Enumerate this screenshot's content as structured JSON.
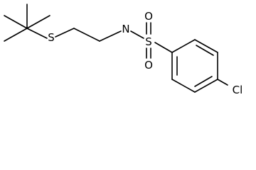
{
  "molecule": {
    "atoms": {
      "sulfur_thioether": "S",
      "nitrogen": "N",
      "sulfur_sulfonyl": "S",
      "oxygen_top": "O",
      "oxygen_bottom": "O",
      "chlorine": "Cl"
    }
  }
}
